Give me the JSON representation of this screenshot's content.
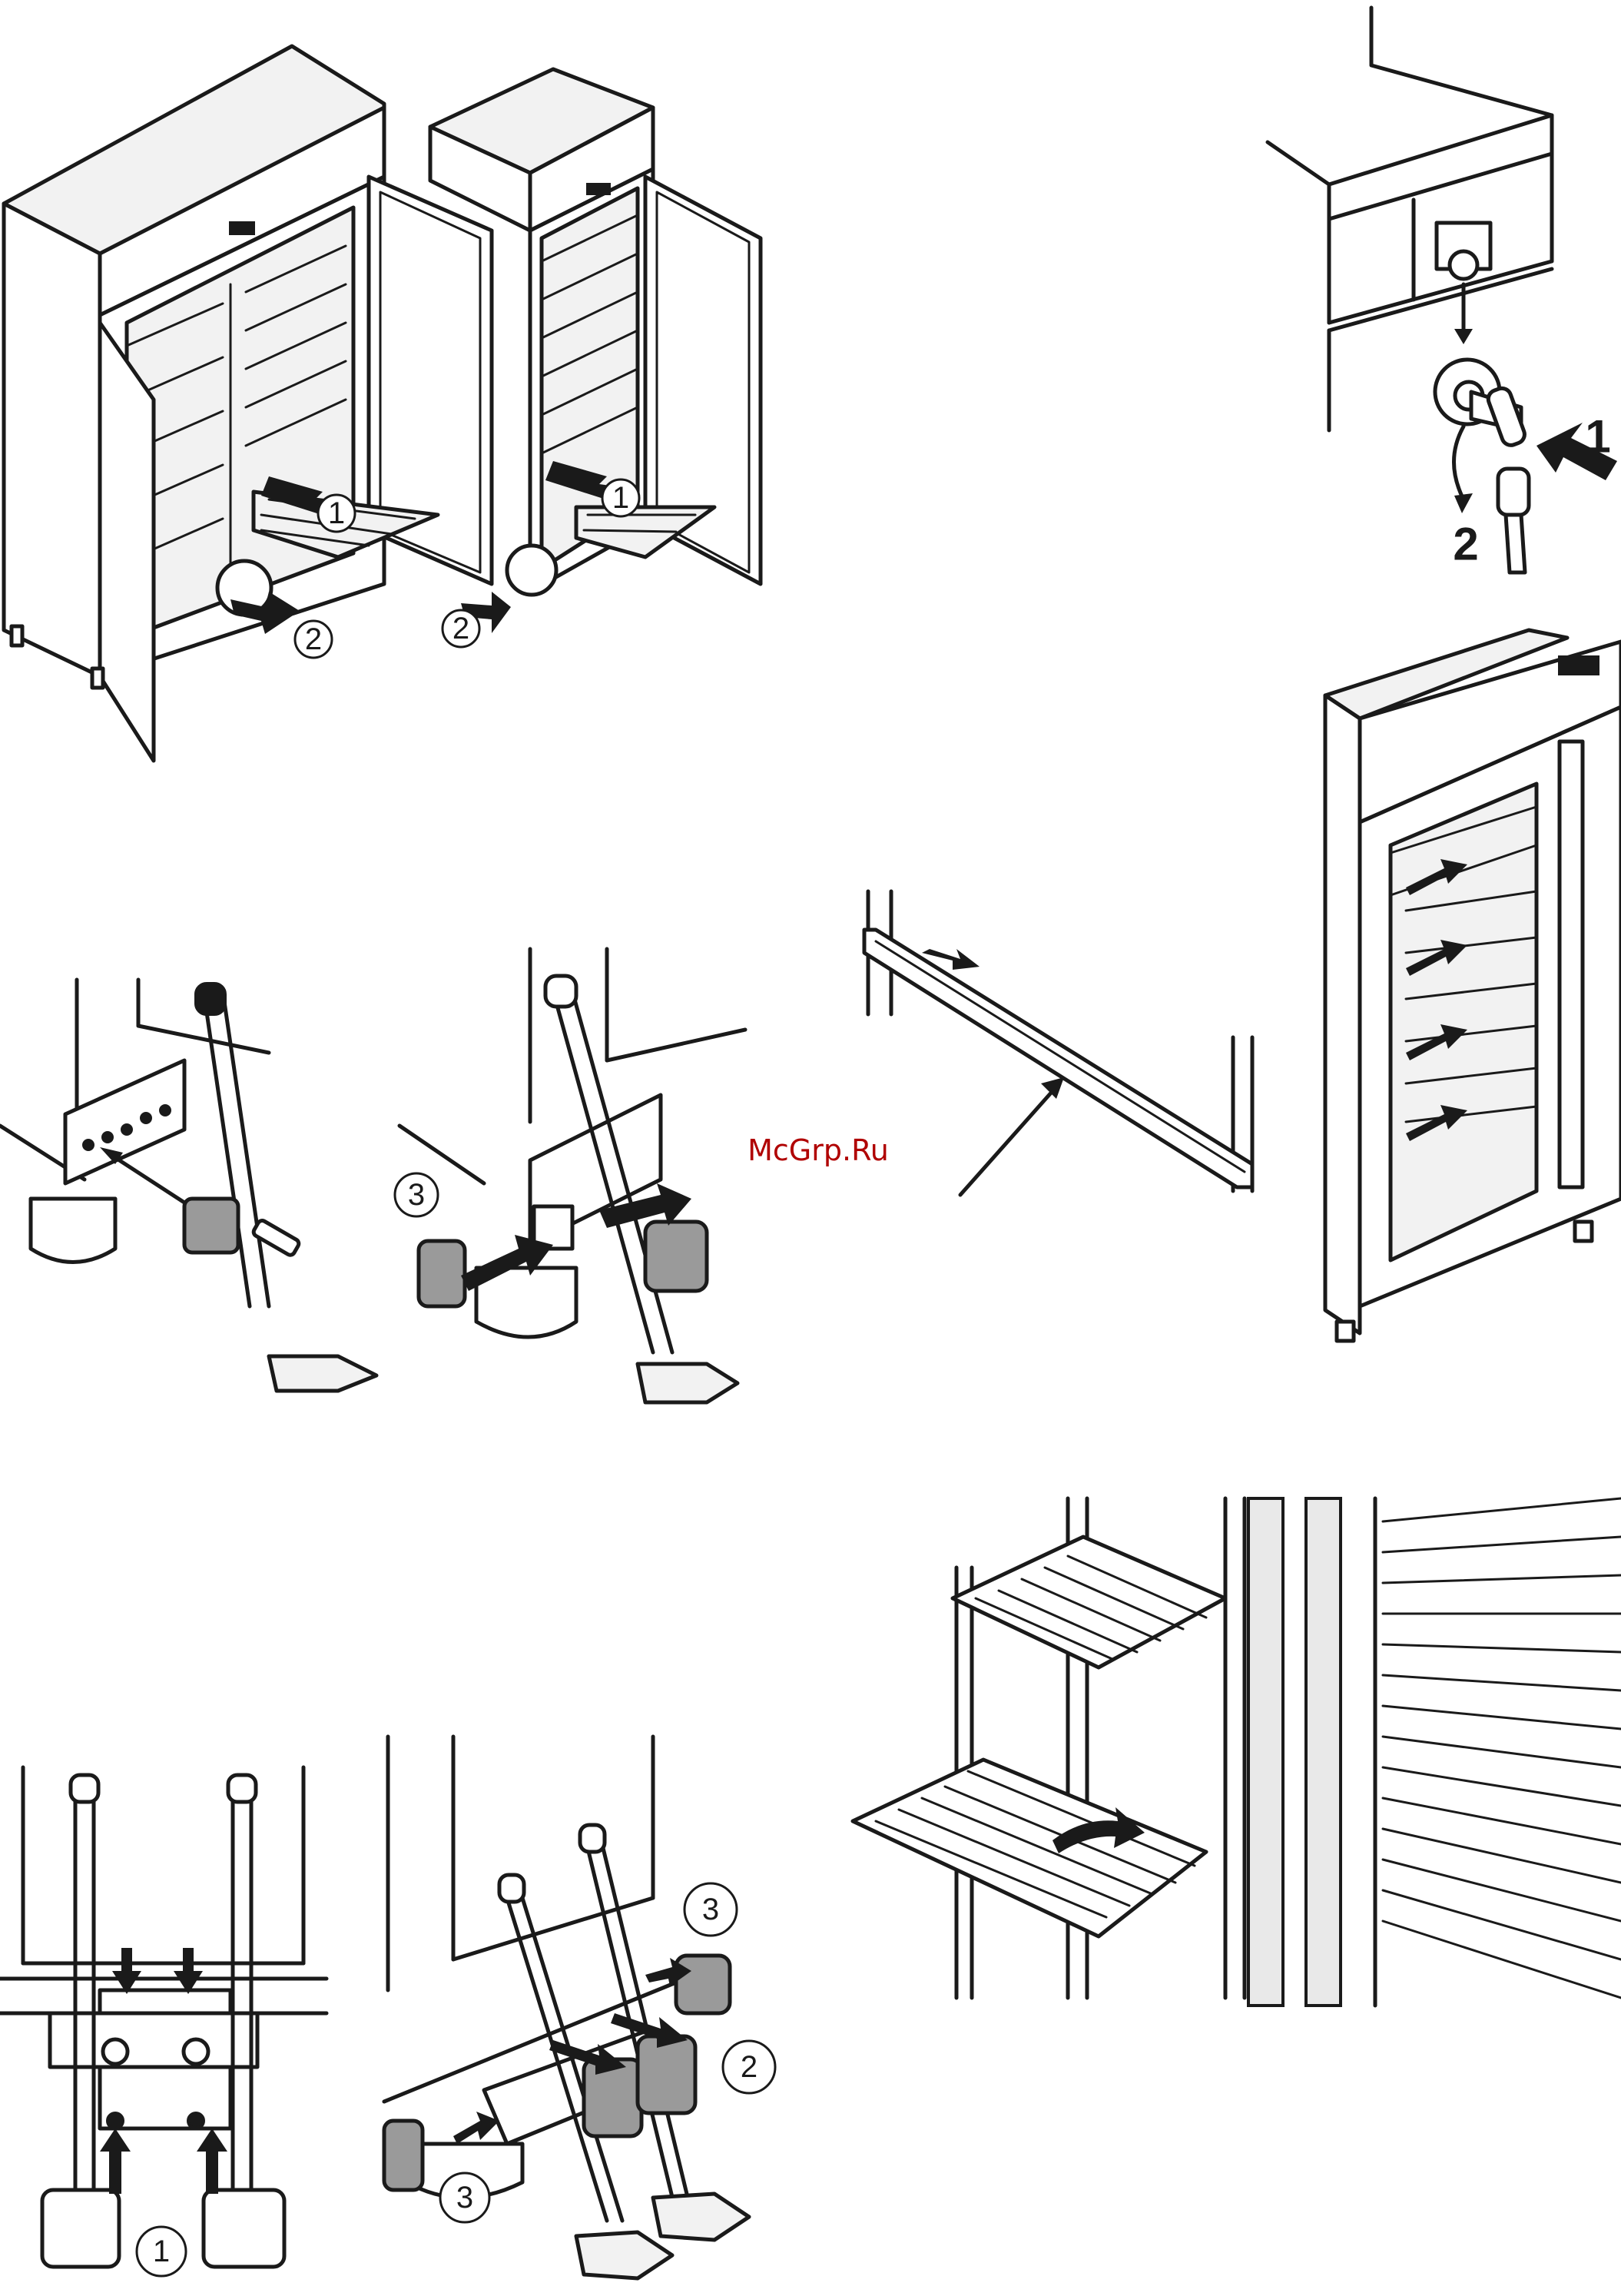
{
  "watermark": "McGrp.Ru",
  "callouts": {
    "c1": "1",
    "c2": "2",
    "c3": "3"
  },
  "lock_steps": {
    "insert": "1",
    "turn": "2"
  },
  "colors": {
    "line": "#1a1a1a",
    "fill_light": "#f2f2f2",
    "fill_grey": "#9a9a9a",
    "watermark": "#b00000"
  }
}
